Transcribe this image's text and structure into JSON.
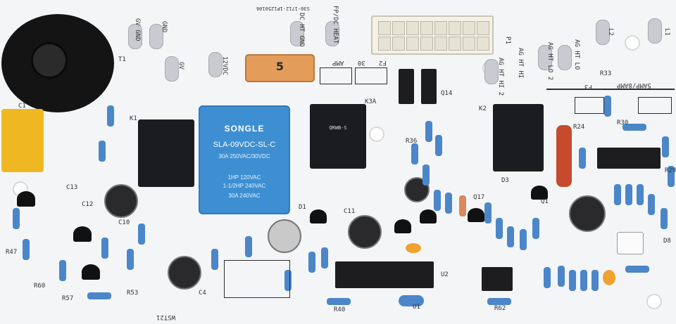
{
  "board": {
    "relay_main": {
      "brand": "SONGLE",
      "model": "SLA-09VDC-SL-C",
      "line1": "30A 250VAC/30VDC",
      "line2": "1HP 120VAC",
      "line3": "1-1/2HP 240VAC",
      "line4": "30A 240VAC"
    },
    "fuse": {
      "value": "5"
    },
    "relay_k2_label": "QRWB-S",
    "labels": {
      "fp_dc_heat": "FP/DC HEAT",
      "dc_ht_gnd": "DC HT GND",
      "gv_gnd": "GV GND",
      "gnd": "GND",
      "gv": "GV",
      "v12dc": "12VDC",
      "ag_ht_lo": "AG HT LO",
      "ag_ht_lo2": "AG HT LO 2",
      "ag_ht_hi": "AG HT HI",
      "ag_ht_hi2": "AG HT HI 2",
      "l1": "L1",
      "l2": "L2",
      "p1": "P1",
      "f2": "F2",
      "f3": "F3",
      "amp30": "30",
      "amp": "AMP",
      "amp5_8": "5AMP/8AMP",
      "wst21": "WST21",
      "serial": "S30-1712-1P1250106",
      "t1": "T1",
      "k1": "K1",
      "k2": "K2",
      "k3": "K3A",
      "c1": "C1",
      "c4": "C4",
      "c10": "C10",
      "c11": "C11",
      "c12": "C12",
      "c13": "C13",
      "d1": "D1",
      "d3": "D3",
      "d8": "D8",
      "r36": "R36",
      "r24": "R24",
      "r29": "R29",
      "r30": "R30",
      "r33": "R33",
      "r40": "R40",
      "r47": "R47",
      "r53": "R53",
      "r57": "R57",
      "r60": "R60",
      "r62": "R62",
      "u1": "U1",
      "u2": "U2",
      "q1": "Q1",
      "q14": "Q14",
      "q17": "Q17"
    }
  }
}
